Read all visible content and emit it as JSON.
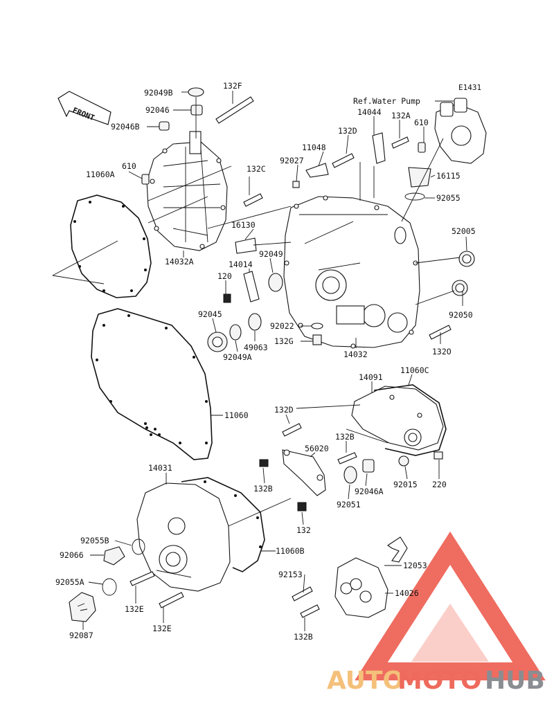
{
  "diagram_code": "E1431",
  "ref_note": "Ref.Water Pump",
  "front_label": "FRONT",
  "watermark": {
    "part1": "AUTO",
    "part2": "MOTO",
    "part3": "HUB"
  },
  "parts": {
    "p92049B": "92049B",
    "p132F": "132F",
    "p92046": "92046",
    "p92046B": "92046B",
    "p11060A": "11060A",
    "p610a": "610",
    "p132C": "132C",
    "p14032A": "14032A",
    "p14044": "14044",
    "p132A": "132A",
    "p610b": "610",
    "p132D_top": "132D",
    "p11048": "11048",
    "p92027": "92027",
    "p16115": "16115",
    "p92055": "92055",
    "p16130": "16130",
    "p52005": "52005",
    "p14014": "14014",
    "p92049": "92049",
    "p120": "120",
    "p92050": "92050",
    "p92045": "92045",
    "p92022": "92022",
    "p49063": "49063",
    "p132G": "132G",
    "p92049A": "92049A",
    "p14032": "14032",
    "p132O": "132O",
    "p14091": "14091",
    "p11060C": "11060C",
    "p132D_mid": "132D",
    "p11060": "11060",
    "p132B_mid": "132B",
    "p56020": "56020",
    "p132B_left": "132B",
    "p92015": "92015",
    "p92046A": "92046A",
    "p220": "220",
    "p92051": "92051",
    "p132_bot": "132",
    "p14031": "14031",
    "p92055B": "92055B",
    "p11060B": "11060B",
    "p92066": "92066",
    "p12053": "12053",
    "p92153": "92153",
    "p92055A": "92055A",
    "p14026": "14026",
    "p132E_a": "132E",
    "p132E_b": "132E",
    "p92087": "92087",
    "p132B_bot": "132B"
  }
}
